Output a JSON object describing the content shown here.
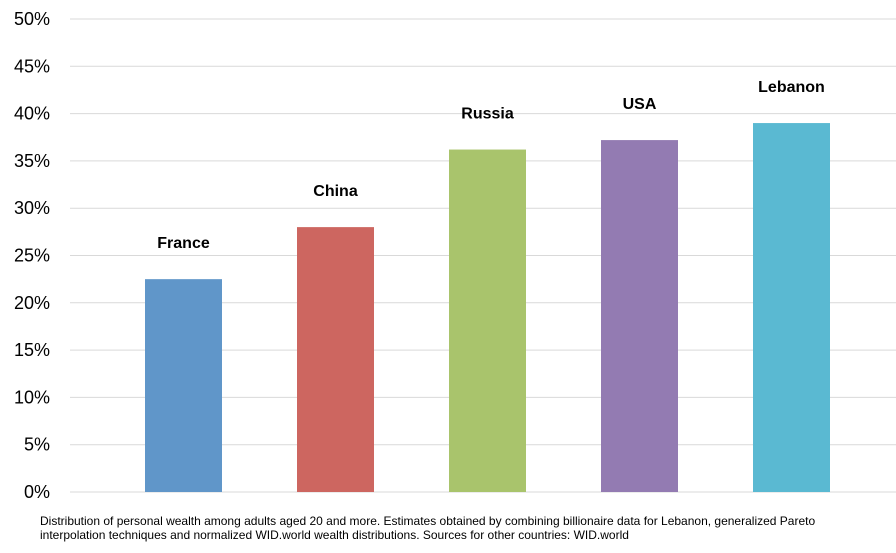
{
  "chart_data": {
    "type": "bar",
    "categories": [
      "France",
      "China",
      "Russia",
      "USA",
      "Lebanon"
    ],
    "values": [
      22.5,
      28.0,
      36.2,
      37.2,
      39.0
    ],
    "colors": [
      "#6096c9",
      "#cd6660",
      "#a9c46c",
      "#937bb2",
      "#5ab9d2"
    ],
    "ylim": [
      0,
      50
    ],
    "yticks": [
      0,
      5,
      10,
      15,
      20,
      25,
      30,
      35,
      40,
      45,
      50
    ],
    "ytick_labels": [
      "0%",
      "5%",
      "10%",
      "15%",
      "20%",
      "25%",
      "30%",
      "35%",
      "40%",
      "45%",
      "50%"
    ],
    "grid": true,
    "title": "",
    "xlabel": "",
    "ylabel": ""
  },
  "footnote": {
    "line1": "Distribution of personal wealth among adults aged 20 and more. Estimates obtained by combining billionaire data for Lebanon, generalized Pareto",
    "line2": "interpolation techniques and normalized WID.world wealth distributions. Sources for other countries: WID.world"
  }
}
